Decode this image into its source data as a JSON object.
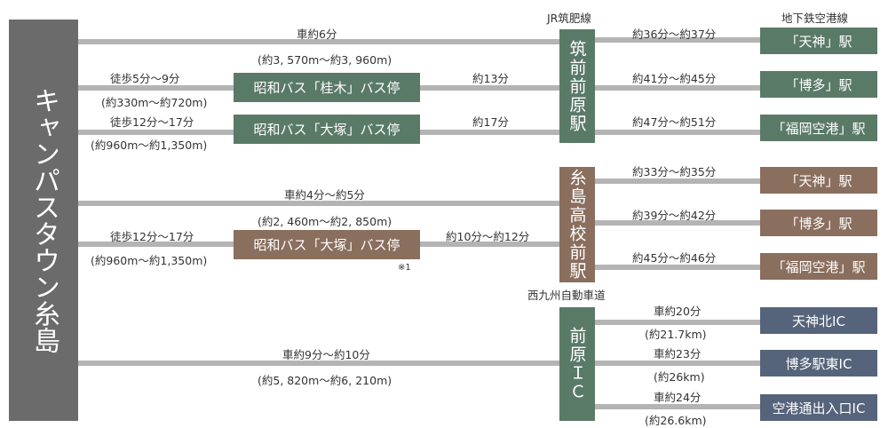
{
  "origin": "キャンパスタウン糸島",
  "headers": {
    "jr": "JR筑肥線",
    "subway": "地下鉄空港線",
    "expressway": "西九州自動車道"
  },
  "hubs": {
    "maebaru": "筑前前原駅",
    "itoshima_hs": "糸島高校前駅",
    "maebaru_ic": "前原ＩＣ"
  },
  "bus_stops": {
    "katsuragi": "昭和バス「桂木」バス停",
    "otsuka1": "昭和バス「大塚」バス停",
    "otsuka2": "昭和バス「大塚」バス停"
  },
  "note": "※1",
  "left_routes": {
    "r1": {
      "top": "車約6分",
      "bottom": "(約3, 570m～約3, 960m)"
    },
    "r2": {
      "top": "徒歩5分～9分",
      "bottom": "(約330m～約720m)",
      "mid": "約13分"
    },
    "r3": {
      "top": "徒歩12分～17分",
      "bottom": "(約960m～約1,350m)",
      "mid": "約17分"
    },
    "r4": {
      "top": "車約4分～約5分",
      "bottom": "(約2, 460m～約2, 850m)"
    },
    "r5": {
      "top": "徒歩12分～17分",
      "bottom": "(約960m～約1,350m)",
      "mid": "約10分～約12分"
    },
    "r6": {
      "top": "車約9分～約10分",
      "bottom": "(約5, 820m～約6, 210m)"
    }
  },
  "right_routes": {
    "m1": {
      "label": "約36分～約37分",
      "dest": "「天神」駅"
    },
    "m2": {
      "label": "約41分～約45分",
      "dest": "「博多」駅"
    },
    "m3": {
      "label": "約47分～約51分",
      "dest": "「福岡空港」駅"
    },
    "i1": {
      "label": "約33分～約35分",
      "dest": "「天神」駅"
    },
    "i2": {
      "label": "約39分～約42分",
      "dest": "「博多」駅"
    },
    "i3": {
      "label": "約45分～約46分",
      "dest": "「福岡空港」駅"
    },
    "e1": {
      "top": "車約20分",
      "bottom": "(約21.7km)",
      "dest": "天神北IC"
    },
    "e2": {
      "top": "車約23分",
      "bottom": "(約26km)",
      "dest": "博多駅東IC"
    },
    "e3": {
      "top": "車約24分",
      "bottom": "(約26.6km)",
      "dest": "空港通出入口IC"
    }
  },
  "colors": {
    "green": "#5a7a68",
    "brown": "#8a6e5e",
    "gray": "#6b6b6b",
    "slate": "#55647a",
    "line": "#b4b4b4"
  }
}
